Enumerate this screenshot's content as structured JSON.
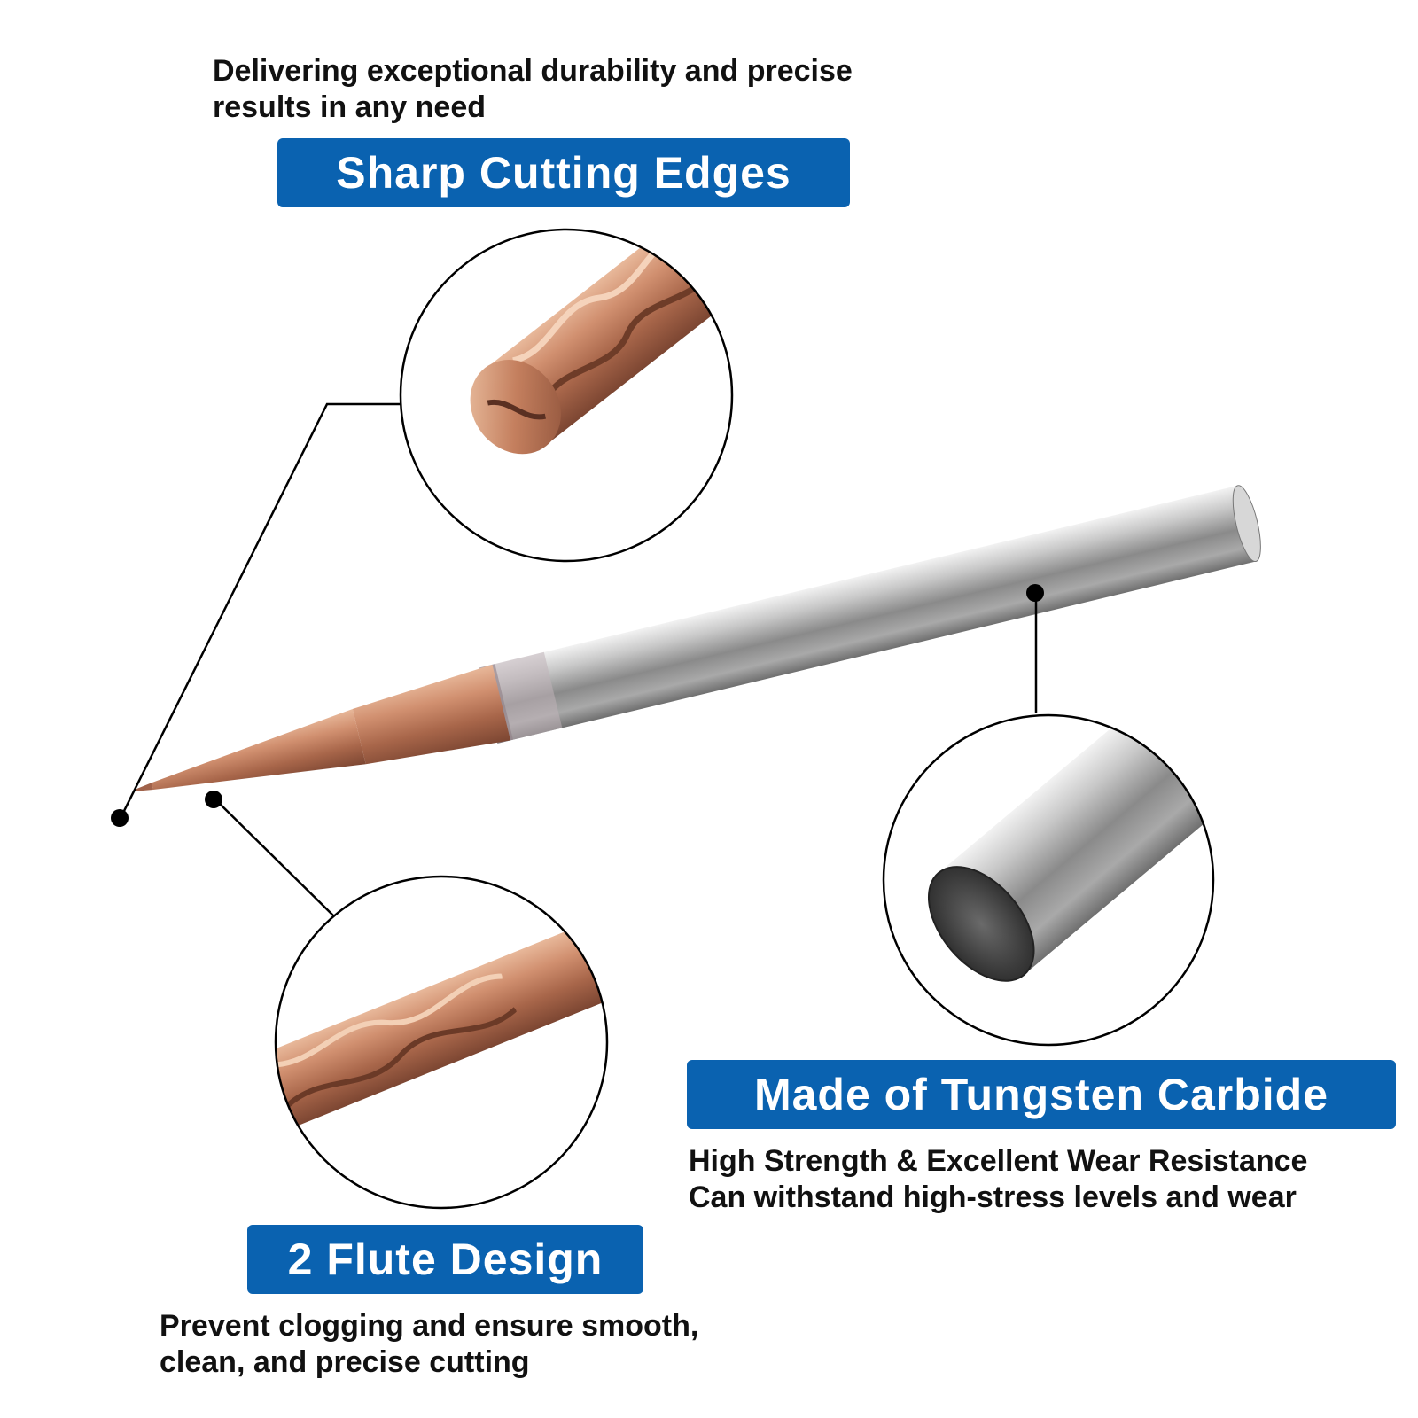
{
  "accent_color": "#0a62b0",
  "top": {
    "description_lines": [
      "Delivering exceptional durability and precise",
      "results in any need"
    ],
    "badge": "Sharp Cutting Edges"
  },
  "flute": {
    "badge": "2 Flute Design",
    "description_lines": [
      "Prevent clogging and ensure smooth,",
      "clean, and precise cutting"
    ]
  },
  "material": {
    "badge": "Made of Tungsten Carbide",
    "description_lines": [
      "High Strength & Excellent Wear Resistance",
      "Can withstand high-stress levels and wear"
    ]
  },
  "product": "2 flute ball nose end mill with copper-coated tip and tungsten carbide shank"
}
